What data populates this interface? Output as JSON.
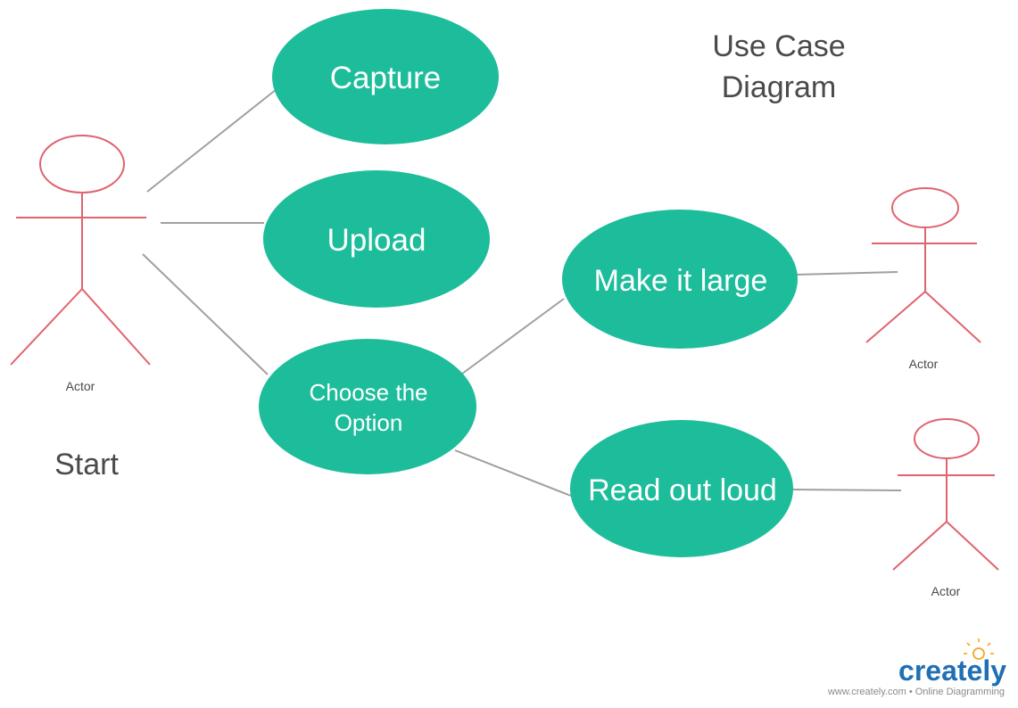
{
  "diagram": {
    "title_lines": [
      "Use Case",
      "Diagram"
    ],
    "start_label": "Start",
    "use_cases": {
      "capture": [
        "Capture"
      ],
      "upload": [
        "Upload"
      ],
      "choose": [
        "Choose the",
        "Option"
      ],
      "large": [
        "Make it large"
      ],
      "read": [
        "Read out loud"
      ]
    },
    "actors": {
      "main": "Actor",
      "large": "Actor",
      "read": "Actor"
    },
    "colors": {
      "use_case_fill": "#1dbd9b",
      "actor_stroke": "#e06370",
      "connector": "#a0a0a0"
    }
  },
  "branding": {
    "logo_text": "creately",
    "footer": "www.creately.com • Online Diagramming",
    "logo_colors": {
      "primary": "#1f6fb5",
      "accent": "#f5a623"
    }
  }
}
